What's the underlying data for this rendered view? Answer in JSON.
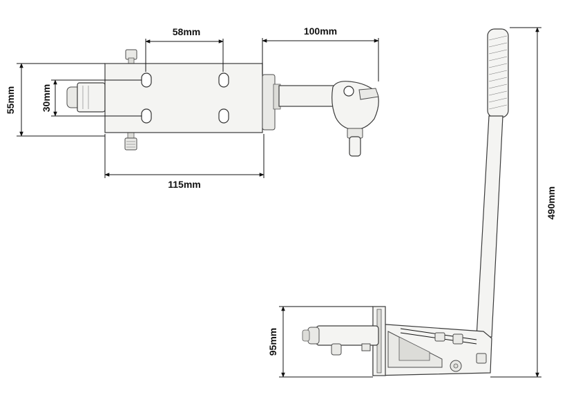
{
  "dimensions": {
    "hole_spacing_horizontal": "58mm",
    "arm_length": "100mm",
    "mount_width": "115mm",
    "mount_height": "55mm",
    "hole_spacing_vertical": "30mm",
    "cylinder_height": "95mm",
    "lever_height": "490mm"
  }
}
